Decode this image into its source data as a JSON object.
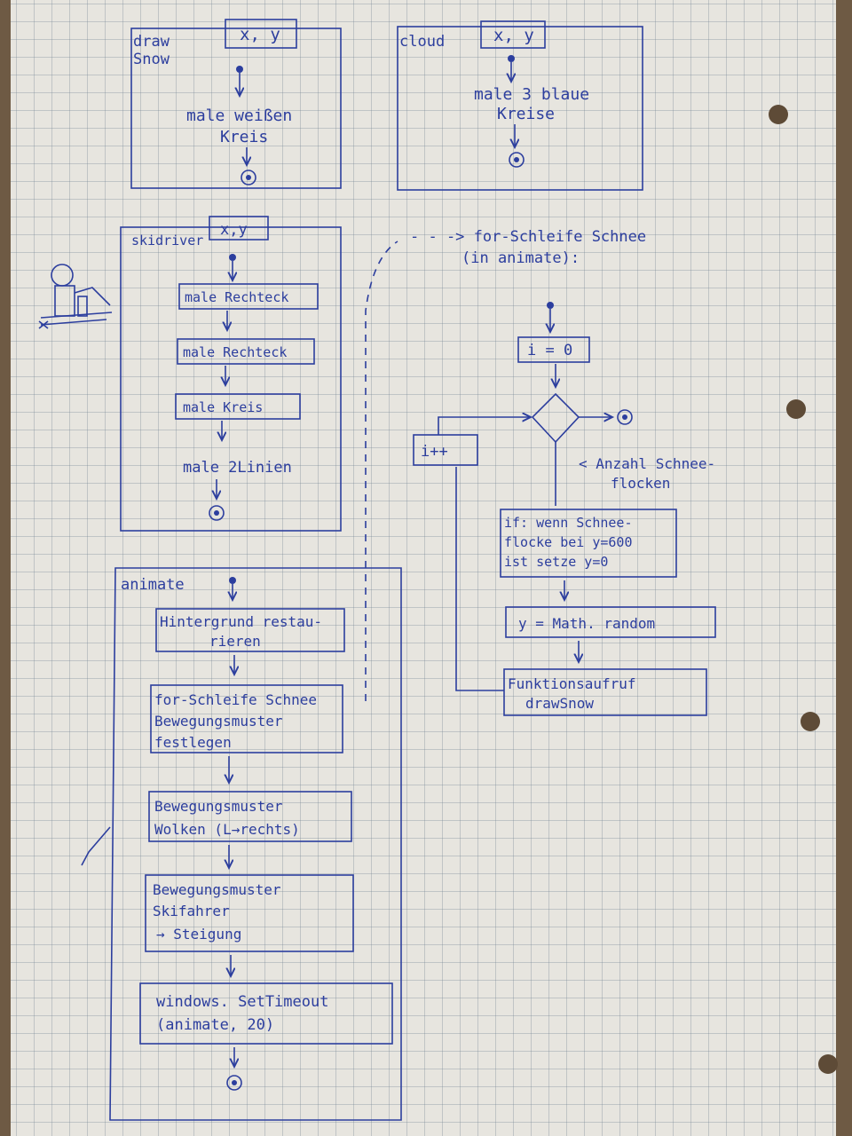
{
  "colors": {
    "ink": "#2c3e9e",
    "paper": "#e7e5df",
    "background": "#6e5a44"
  },
  "draw_snow": {
    "label_line1": "draw",
    "label_line2": "Snow",
    "params": "x, y",
    "step_line1": "male weißen",
    "step_line2": "Kreis"
  },
  "cloud": {
    "label": "cloud",
    "params": "x, y",
    "step_line1": "male 3 blaue",
    "step_line2": "Kreise"
  },
  "skidriver": {
    "label": "skidriver",
    "params": "x,y",
    "steps": [
      "male Rechteck",
      "male Rechteck",
      "male Kreis",
      "male 2Linien"
    ]
  },
  "animate": {
    "label": "animate",
    "steps": [
      {
        "line1": "Hintergrund restau-",
        "line2": "rieren",
        "line3": ""
      },
      {
        "line1": "for-Schleife Schnee",
        "line2": "Bewegungsmuster",
        "line3": "festlegen"
      },
      {
        "line1": "Bewegungsmuster",
        "line2": "Wolken (L→rechts)",
        "line3": ""
      },
      {
        "line1": "Bewegungsmuster",
        "line2": "Skifahrer",
        "line3": "→ Steigung"
      },
      {
        "line1": "windows. SetTimeout",
        "line2": "(animate, 20)",
        "line3": ""
      }
    ]
  },
  "for_loop": {
    "heading_line1": "- - -> for-Schleife Schnee",
    "heading_line2": "(in animate):",
    "init": "i = 0",
    "increment": "i++",
    "condition_line1": "< Anzahl Schnee-",
    "condition_line2": "flocken",
    "if_line1": "if: wenn Schnee-",
    "if_line2": "flocke bei y=600",
    "if_line3": "ist setze  y=0",
    "assign": "y = Math. random",
    "call_line1": "Funktionsaufruf",
    "call_line2": "drawSnow"
  }
}
